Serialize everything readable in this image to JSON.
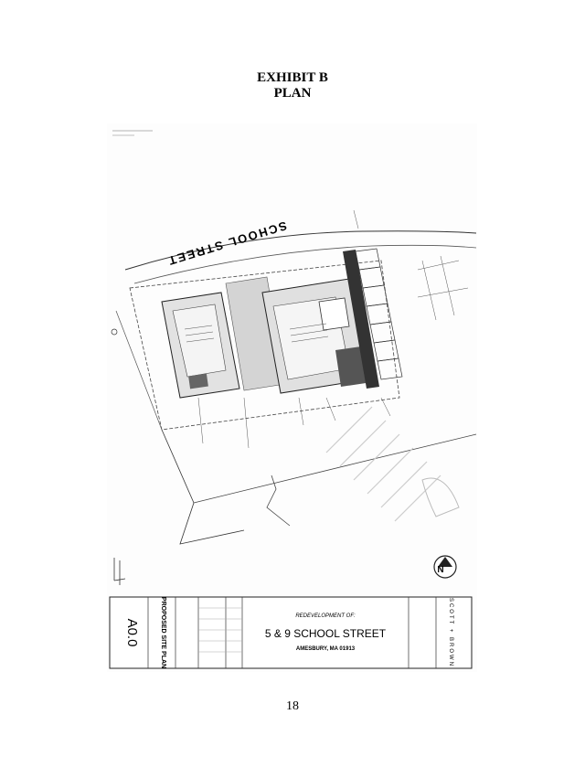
{
  "document": {
    "title_line1": "EXHIBIT B",
    "title_line2": "PLAN",
    "page_number": "18"
  },
  "plan": {
    "street_label": "SCHOOL STREET",
    "north_label": "N",
    "title_block": {
      "redevelopment_of": "REDEVELOPMENT\nOF:",
      "project_name": "5 & 9 SCHOOL STREET",
      "location": "AMESBURY, MA 01913",
      "sheet_number": "A0.0",
      "sheet_title": "PROPOSED SITE\nPLAN",
      "firm": "SCOTT + BROWN"
    }
  }
}
